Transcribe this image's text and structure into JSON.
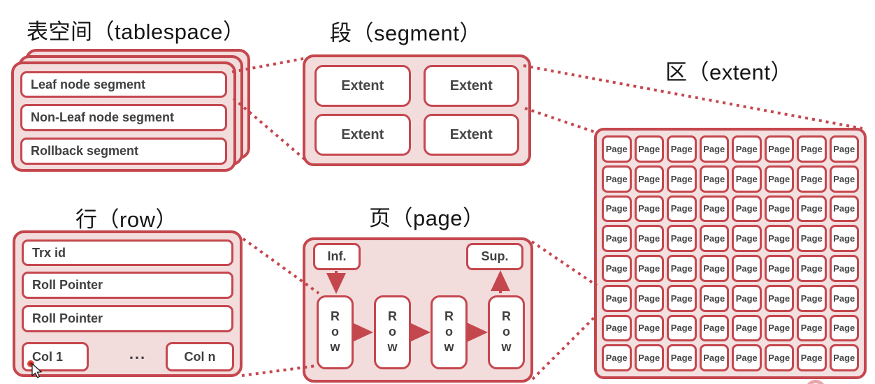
{
  "colors": {
    "accent_red": "#c5474e",
    "fill_pink": "#f3dcdc",
    "label_text": "#3f3f3f",
    "title_text": "#161616"
  },
  "sections": {
    "tablespace": {
      "title": "表空间（tablespace）",
      "items": [
        "Leaf node segment",
        "Non-Leaf node segment",
        "Rollback segment"
      ]
    },
    "segment": {
      "title": "段（segment）",
      "extents": [
        "Extent",
        "Extent",
        "Extent",
        "Extent"
      ]
    },
    "extent": {
      "title": "区（extent）",
      "page_label": "Page",
      "rows": 8,
      "cols": 8
    },
    "row": {
      "title": "行（row）",
      "fields": [
        "Trx id",
        "Roll Pointer",
        "Roll Pointer"
      ],
      "col_first": "Col 1",
      "col_ellipsis": "...",
      "col_last": "Col n"
    },
    "page": {
      "title": "页（page）",
      "inf": "Inf.",
      "sup": "Sup.",
      "rows": [
        "Row",
        "Row",
        "Row",
        "Row"
      ]
    }
  }
}
